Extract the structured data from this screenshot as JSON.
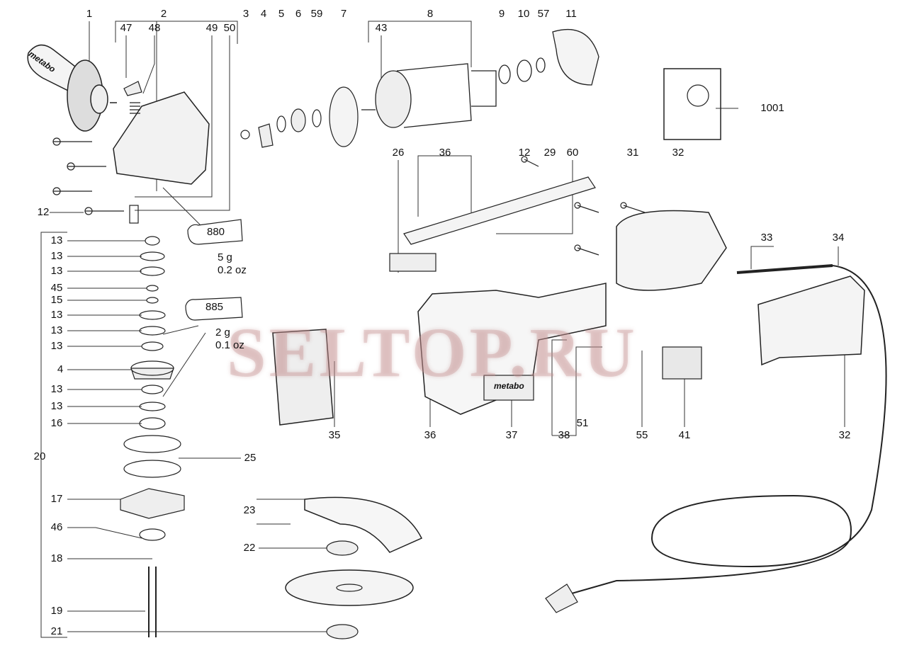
{
  "title": "Angle grinder exploded parts diagram",
  "brand": "metabo",
  "watermark": "SELTOP.RU",
  "grease": [
    {
      "code": "880",
      "weight": "5 g",
      "weight_oz": "0.2 oz"
    },
    {
      "code": "885",
      "weight": "2 g",
      "weight_oz": "0.1 oz"
    }
  ],
  "callouts": [
    "1",
    "2",
    "47",
    "48",
    "49",
    "50",
    "3",
    "4",
    "5",
    "6",
    "59",
    "7",
    "8",
    "43",
    "9",
    "10",
    "57",
    "11",
    "1001",
    "12",
    "26",
    "36",
    "12",
    "29",
    "60",
    "31",
    "32",
    "33",
    "34",
    "13",
    "13",
    "13",
    "45",
    "15",
    "13",
    "13",
    "13",
    "4",
    "13",
    "13",
    "16",
    "20",
    "25",
    "17",
    "46",
    "18",
    "19",
    "21",
    "22",
    "23",
    "35",
    "36",
    "37",
    "51",
    "38",
    "55",
    "41",
    "32"
  ]
}
